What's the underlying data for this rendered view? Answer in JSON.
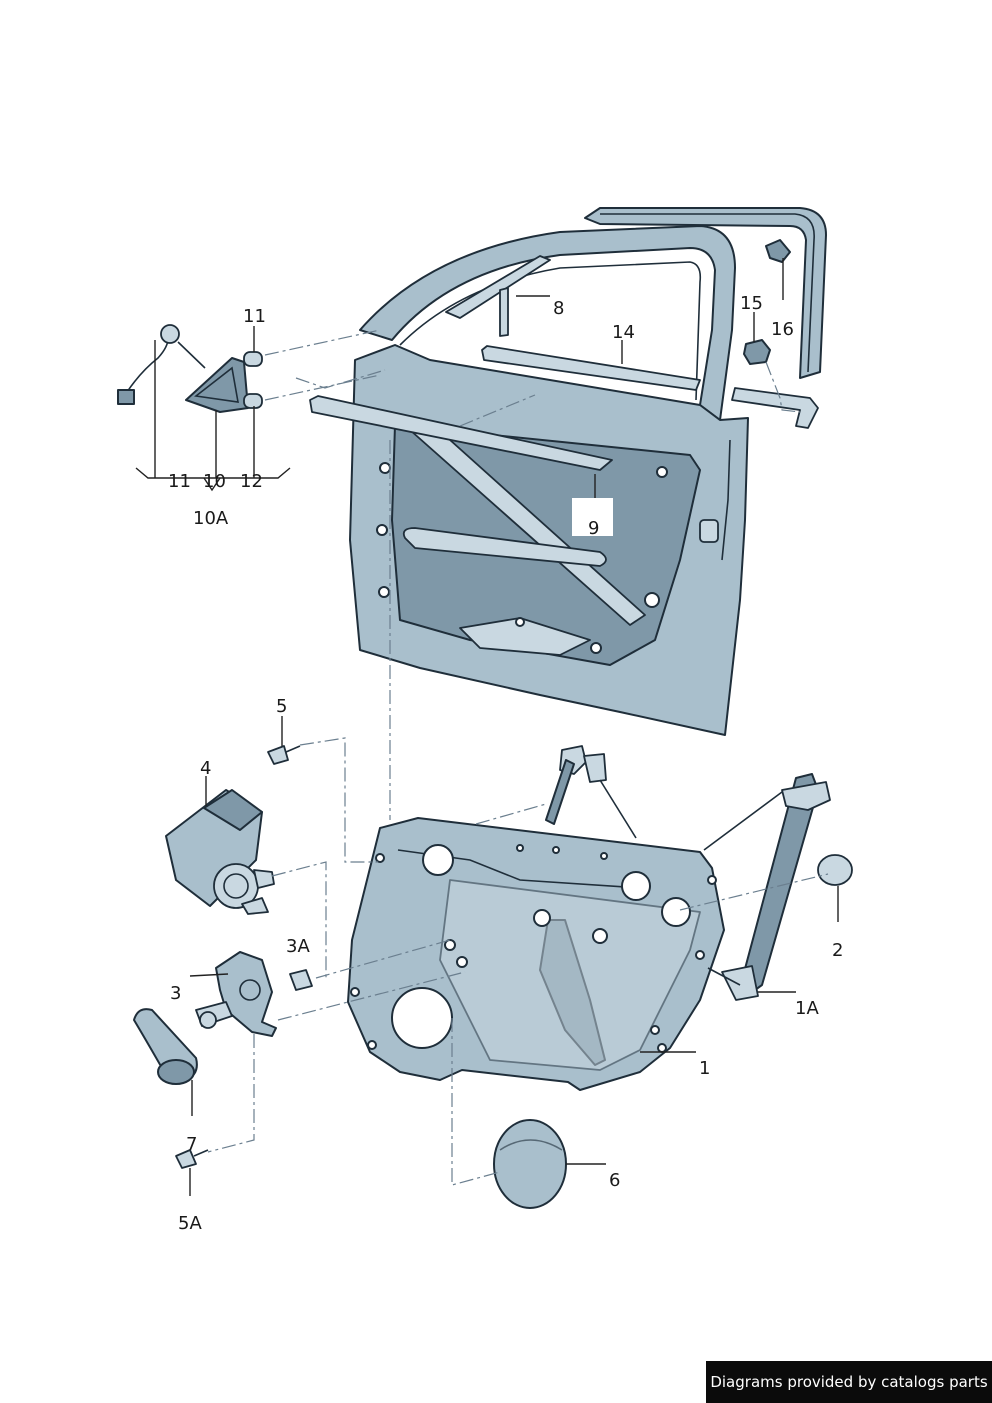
{
  "callouts": {
    "c1": "1",
    "c1a": "1A",
    "c2": "2",
    "c3": "3",
    "c3a": "3A",
    "c4": "4",
    "c5": "5",
    "c5a": "5A",
    "c6": "6",
    "c7": "7",
    "c8": "8",
    "c9": "9",
    "c10": "10",
    "c10a": "10A",
    "c11_top": "11",
    "c11_bottom": "11",
    "c12": "12",
    "c14": "14",
    "c15": "15",
    "c16": "16"
  },
  "credit": "Diagrams provided by catalogs parts",
  "colors": {
    "part_fill": "#a9bfcc",
    "part_outline": "#1f2e3a",
    "credit_bg": "#0b0b0b"
  }
}
